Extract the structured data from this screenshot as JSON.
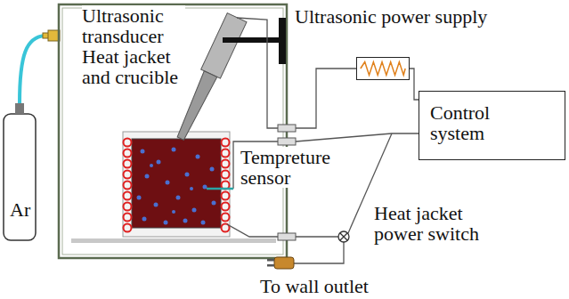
{
  "diagram": {
    "nodes": [
      {
        "text": [
          "Ultrasonic power supply"
        ]
      },
      {
        "text": [
          "Control system"
        ]
      }
    ],
    "edges": [
      {
        "from": 0,
        "to": 1,
        "arrow": "none"
      }
    ],
    "labels": [
      "Ultrasonic transducer",
      "Heat jacket and crucible",
      "Tempreture sensor",
      "Ar",
      "Heat jacket power switch",
      "To wall outlet"
    ]
  }
}
